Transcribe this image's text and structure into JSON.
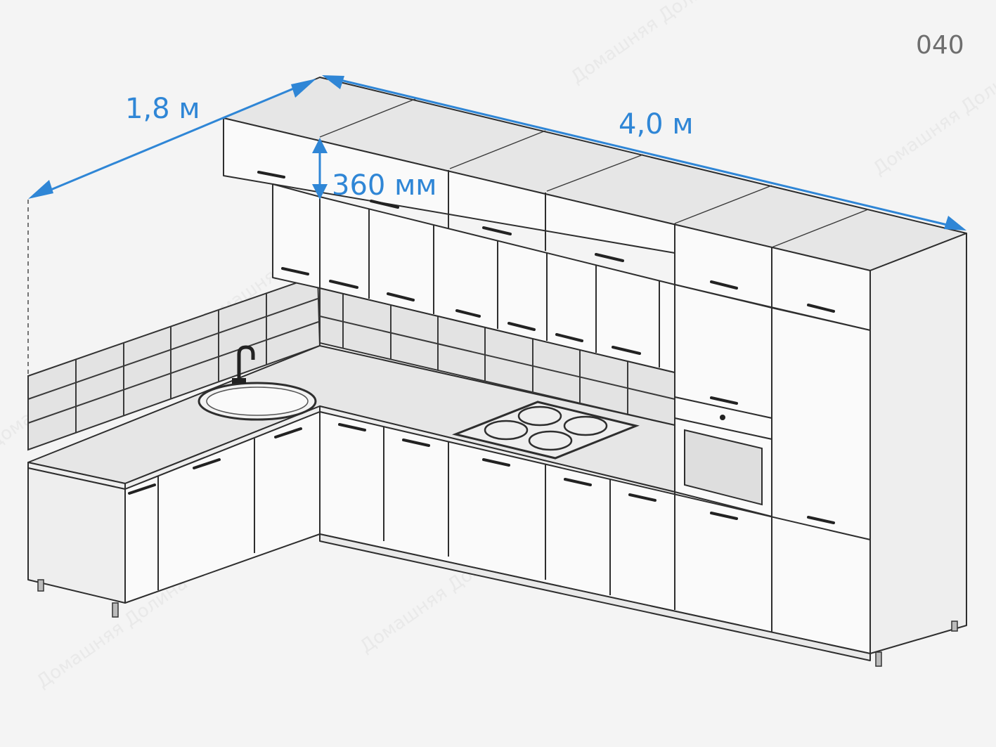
{
  "figure_code": "040",
  "dimensions": {
    "left_wall_length": "1,8 м",
    "right_wall_length": "4,0 м",
    "upper_cabinet_height": "360 мм"
  },
  "colors": {
    "dimension": "#2f86d6",
    "background": "#f4f4f4",
    "line": "#2e2e2e"
  },
  "watermark": "Домашняя Долина"
}
